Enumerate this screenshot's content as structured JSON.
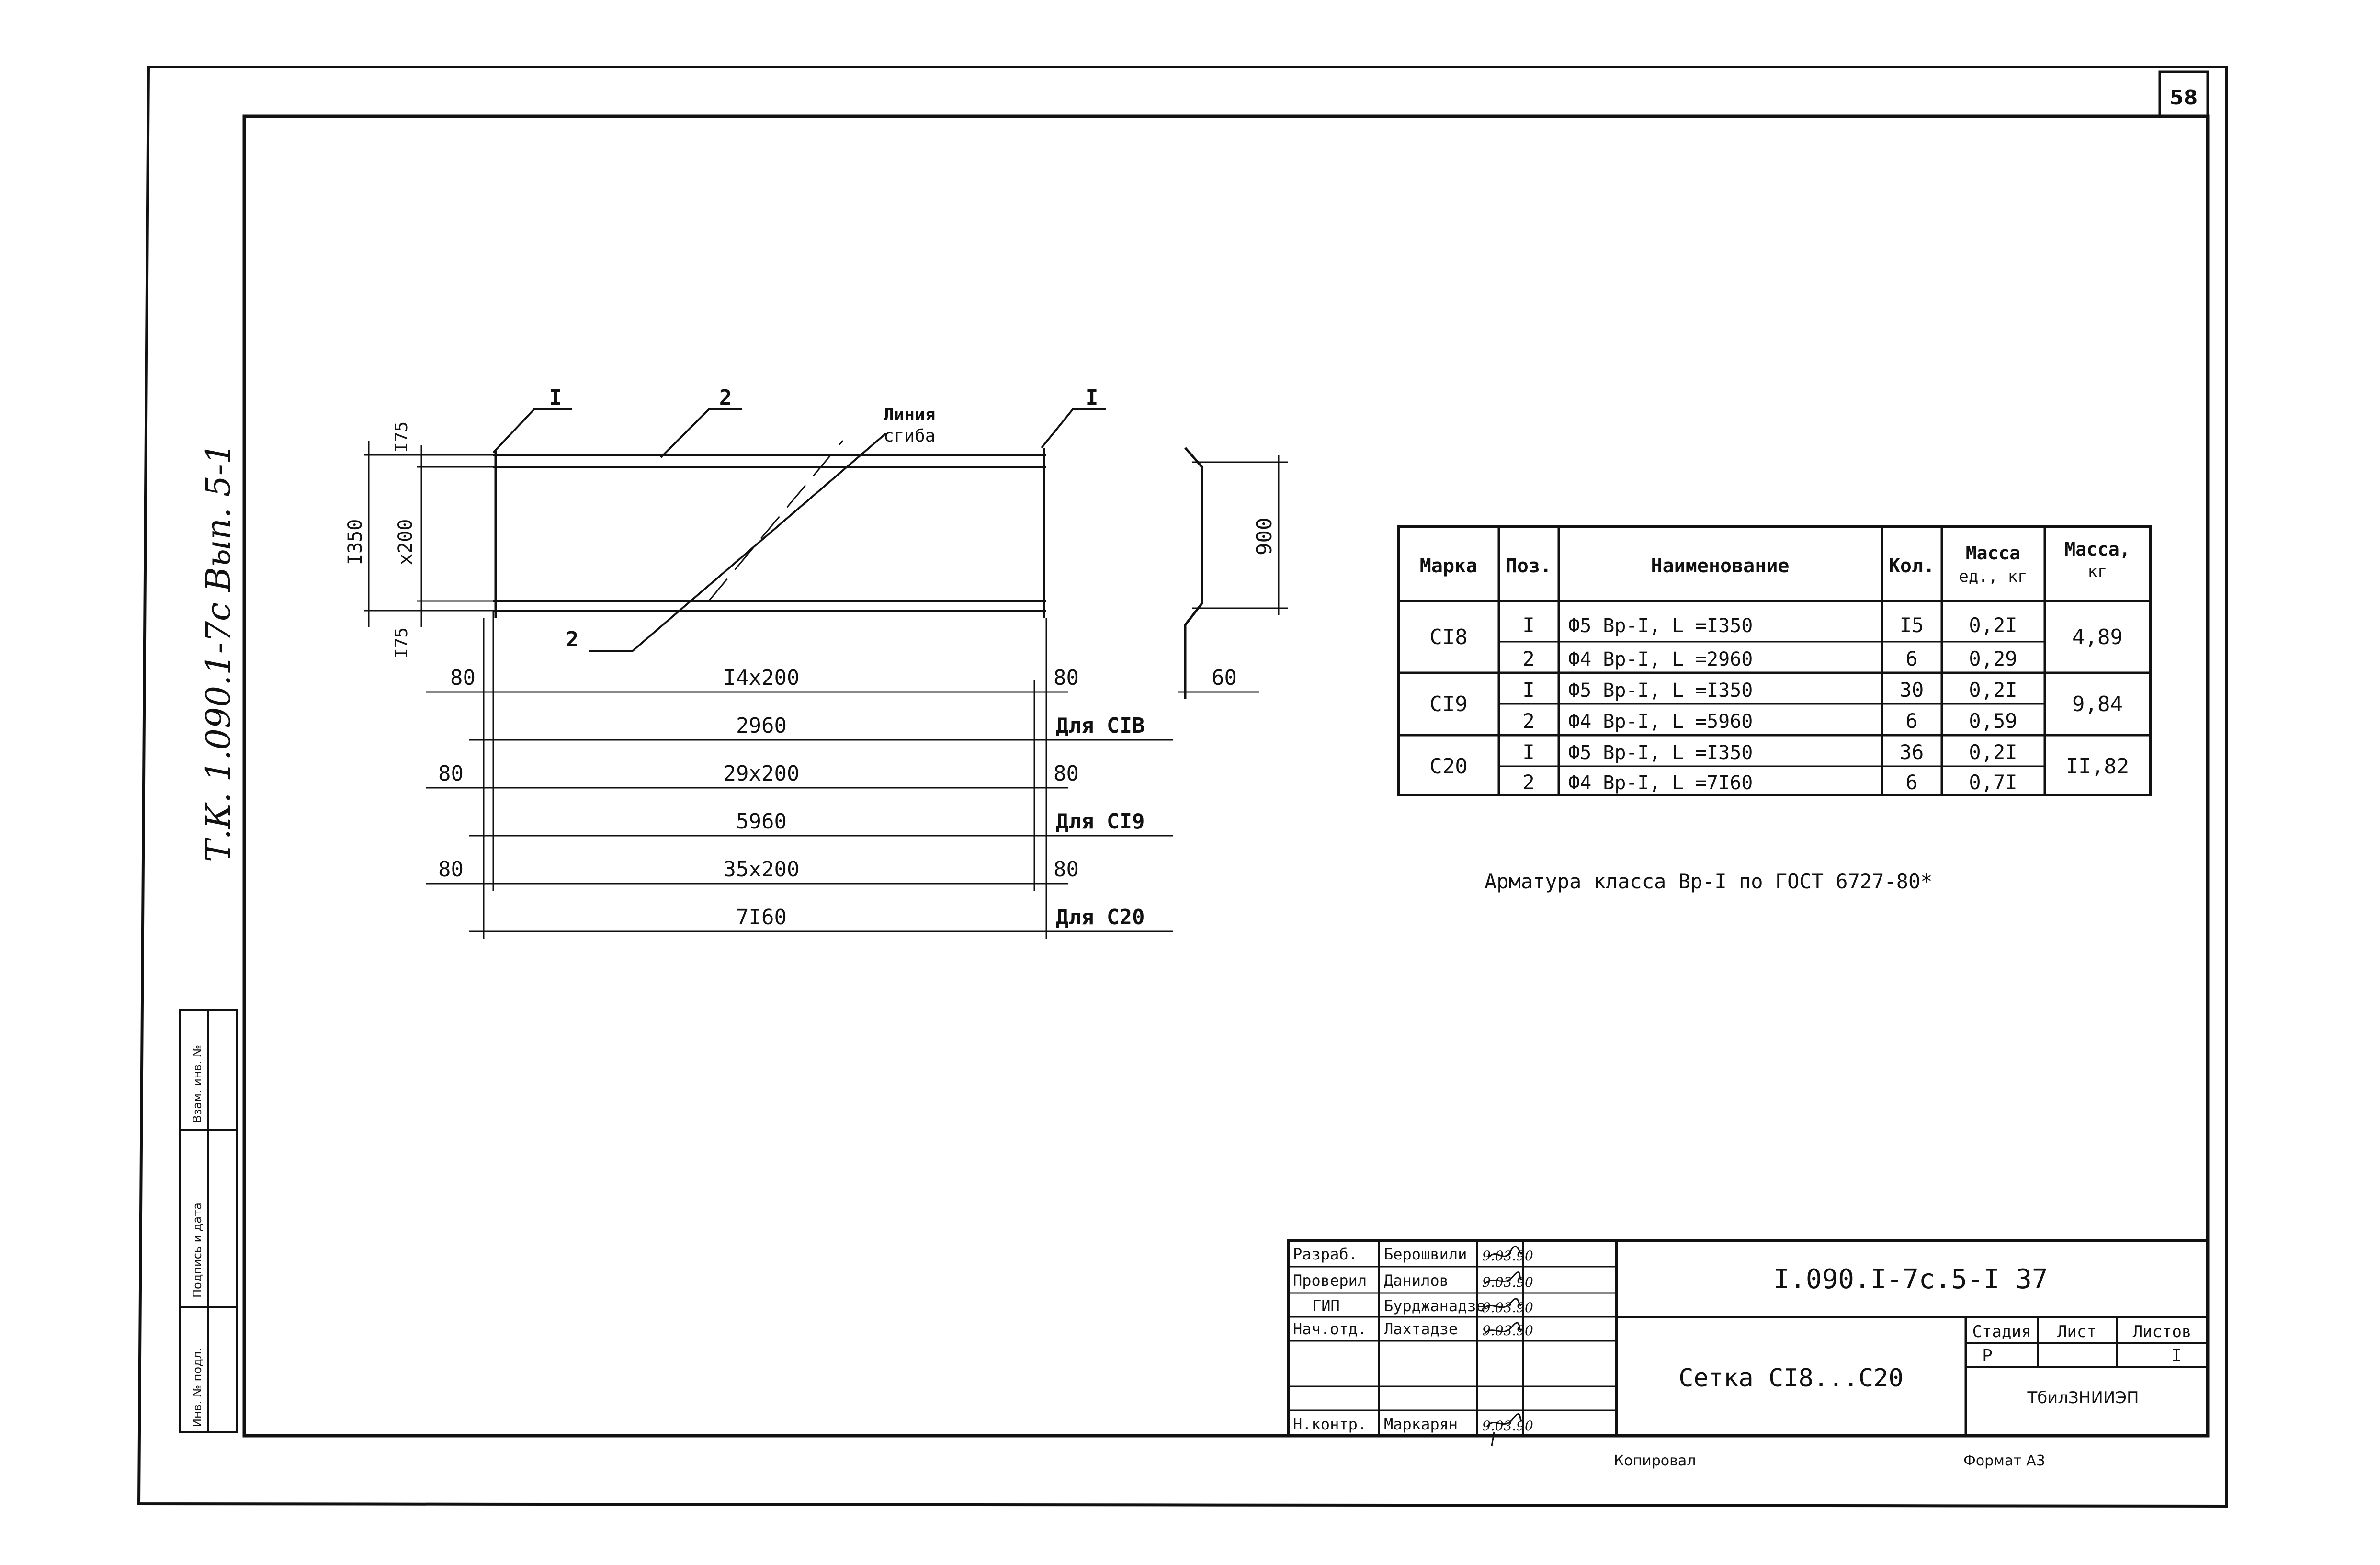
{
  "sheet_number": "58",
  "side_note": "Т.К. 1.090.1-7с Вып. 5-1",
  "margin_stamp": {
    "col1": "Инв. № подл.",
    "col2": "Подпись и дата",
    "col3": "Взам. инв. №"
  },
  "drawing": {
    "leaders": {
      "pos_1_left": "I",
      "pos_2_top": "2",
      "pos_1_right": "I",
      "pos_2_bottom": "2"
    },
    "bend_line": [
      "Линия",
      "сгиба"
    ],
    "vertical_dims": {
      "top": "I75",
      "pitch": "x200",
      "total": "I350",
      "bottom": "I75"
    },
    "side_view": {
      "height": "900",
      "offset": "60"
    },
    "rows": [
      {
        "left": "80",
        "middle": "I4x200",
        "right": "80",
        "total": "2960",
        "note": "Для СIВ"
      },
      {
        "left": "80",
        "middle": "29x200",
        "right": "80",
        "total": "5960",
        "note": "Для СI9"
      },
      {
        "left": "80",
        "middle": "35x200",
        "right": "80",
        "total": "7I60",
        "note": "Для С20"
      }
    ]
  },
  "spec_table": {
    "headers": {
      "mark": "Марка",
      "pos": "Поз.",
      "name": "Наименование",
      "qty": "Кол.",
      "unit_mass": [
        "Масса",
        "ед., кг"
      ],
      "mass": [
        "Масса,",
        "кг"
      ]
    },
    "groups": [
      {
        "mark": "СI8",
        "mass": "4,89",
        "rows": [
          {
            "pos": "I",
            "name": "Ф5 Вр-I,  L =I350",
            "qty": "I5",
            "unit": "0,2I"
          },
          {
            "pos": "2",
            "name": "Ф4 Вр-I,  L =2960",
            "qty": "6",
            "unit": "0,29"
          }
        ]
      },
      {
        "mark": "СI9",
        "mass": "9,84",
        "rows": [
          {
            "pos": "I",
            "name": "Ф5 Вр-I,  L =I350",
            "qty": "30",
            "unit": "0,2I"
          },
          {
            "pos": "2",
            "name": "Ф4 Вр-I,  L =5960",
            "qty": "6",
            "unit": "0,59"
          }
        ]
      },
      {
        "mark": "С20",
        "mass": "II,82",
        "rows": [
          {
            "pos": "I",
            "name": "Ф5 Вр-I,  L =I350",
            "qty": "36",
            "unit": "0,2I"
          },
          {
            "pos": "2",
            "name": "Ф4 Вр-I,  L =7I60",
            "qty": "6",
            "unit": "0,7I"
          }
        ]
      }
    ],
    "note": "Арматура класса Вр-I по ГОСТ 6727-80*"
  },
  "title_block": {
    "people": [
      {
        "role": "Разраб.",
        "name": "Берошвили",
        "date": "9.03.90"
      },
      {
        "role": "Проверил",
        "name": "Данилов",
        "date": "9.03.90"
      },
      {
        "role": "ГИП",
        "name": "Бурджанадзе",
        "date": "9.03.90"
      },
      {
        "role": "Нач.отд.",
        "name": "Лахтадзе",
        "date": "9.03.90"
      },
      {
        "role": "",
        "name": "",
        "date": ""
      },
      {
        "role": "Н.контр.",
        "name": "Маркарян",
        "date": "9.03.90"
      }
    ],
    "doc_code": "I.090.I-7с.5-I 37",
    "title": "Сетка СI8...С20",
    "stage_label": "Стадия",
    "sheet_label": "Лист",
    "sheets_label": "Листов",
    "stage": "Р",
    "sheet": "",
    "sheets": "I",
    "org": "ТбилЗНИИЭП"
  },
  "footer": {
    "copied": "Копировал",
    "format": "Формат А3"
  }
}
